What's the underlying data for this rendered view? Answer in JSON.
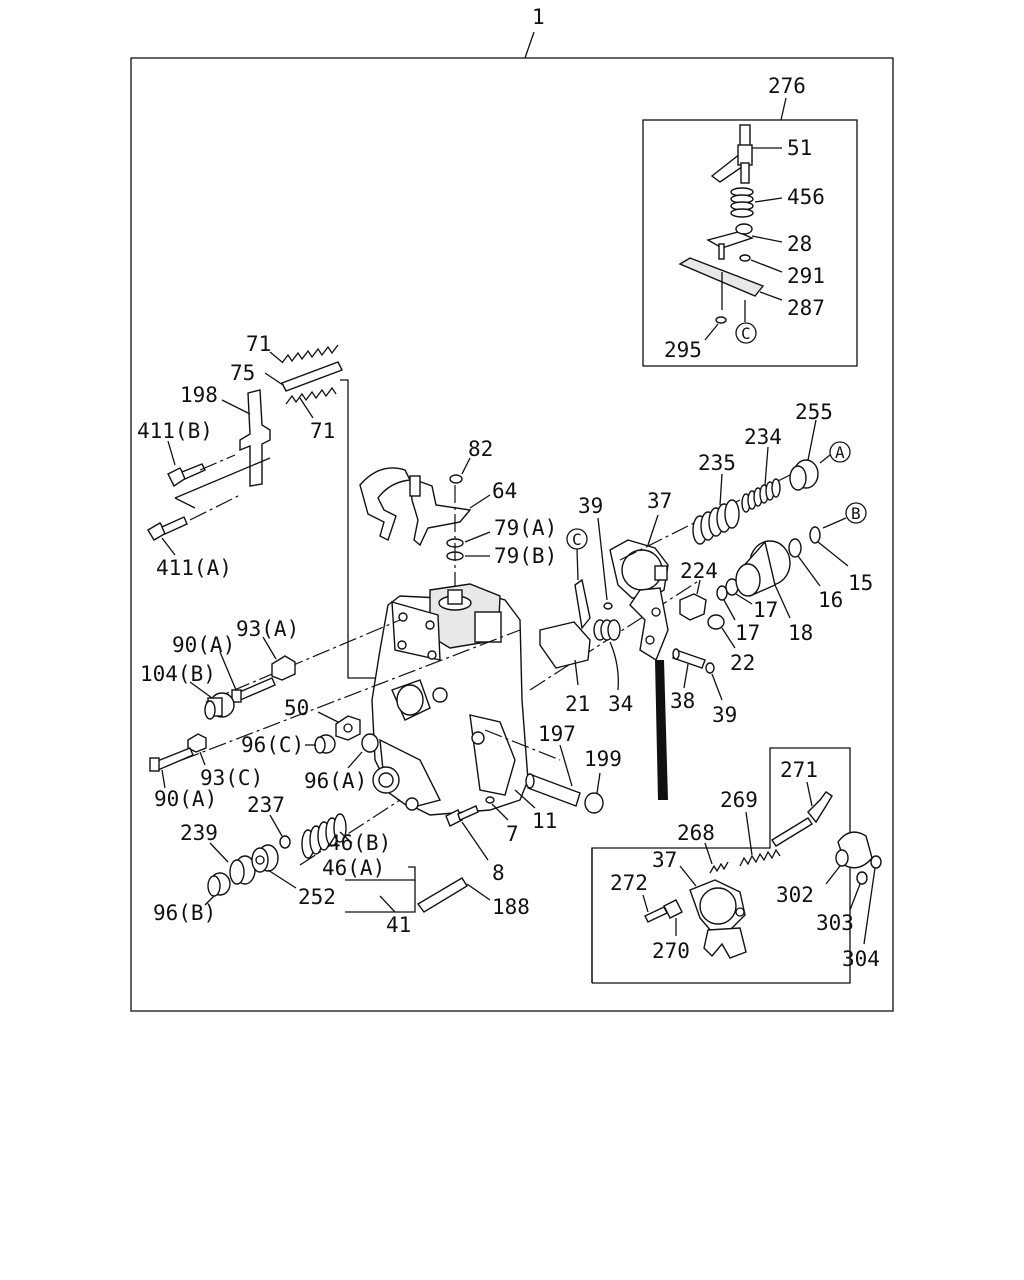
{
  "diagram": {
    "labels": {
      "assy": "1",
      "l276": "276",
      "l51": "51",
      "l456": "456",
      "l28": "28",
      "l291": "291",
      "l287": "287",
      "l295": "295",
      "l71a": "71",
      "l75": "75",
      "l198": "198",
      "l71b": "71",
      "l411b": "411(B)",
      "l411a": "411(A)",
      "l82": "82",
      "l64": "64",
      "l79a": "79(A)",
      "l79b": "79(B)",
      "l39a": "39",
      "l37a": "37",
      "l235": "235",
      "l234": "234",
      "l255": "255",
      "l224": "224",
      "l17a": "17",
      "l17b": "17",
      "l18": "18",
      "l16": "16",
      "l15": "15",
      "l22": "22",
      "l38": "38",
      "l39b": "39",
      "l21": "21",
      "l34": "34",
      "l93a": "93(A)",
      "l90a": "90(A)",
      "l104b": "104(B)",
      "l50": "50",
      "l96c": "96(C)",
      "l93c": "93(C)",
      "l90a2": "90(A)",
      "l96a": "96(A)",
      "l237": "237",
      "l239": "239",
      "l46b": "46(B)",
      "l46a": "46(A)",
      "l252": "252",
      "l41": "41",
      "l96b": "96(B)",
      "l197": "197",
      "l199": "199",
      "l7": "7",
      "l11": "11",
      "l8": "8",
      "l188": "188",
      "l271": "271",
      "l269": "269",
      "l268": "268",
      "l37b": "37",
      "l272": "272",
      "l270": "270",
      "l302": "302",
      "l303": "303",
      "l304": "304"
    },
    "callouts": {
      "c_a": "A",
      "c_b": "B",
      "c_c1": "C",
      "c_c2": "C"
    }
  }
}
